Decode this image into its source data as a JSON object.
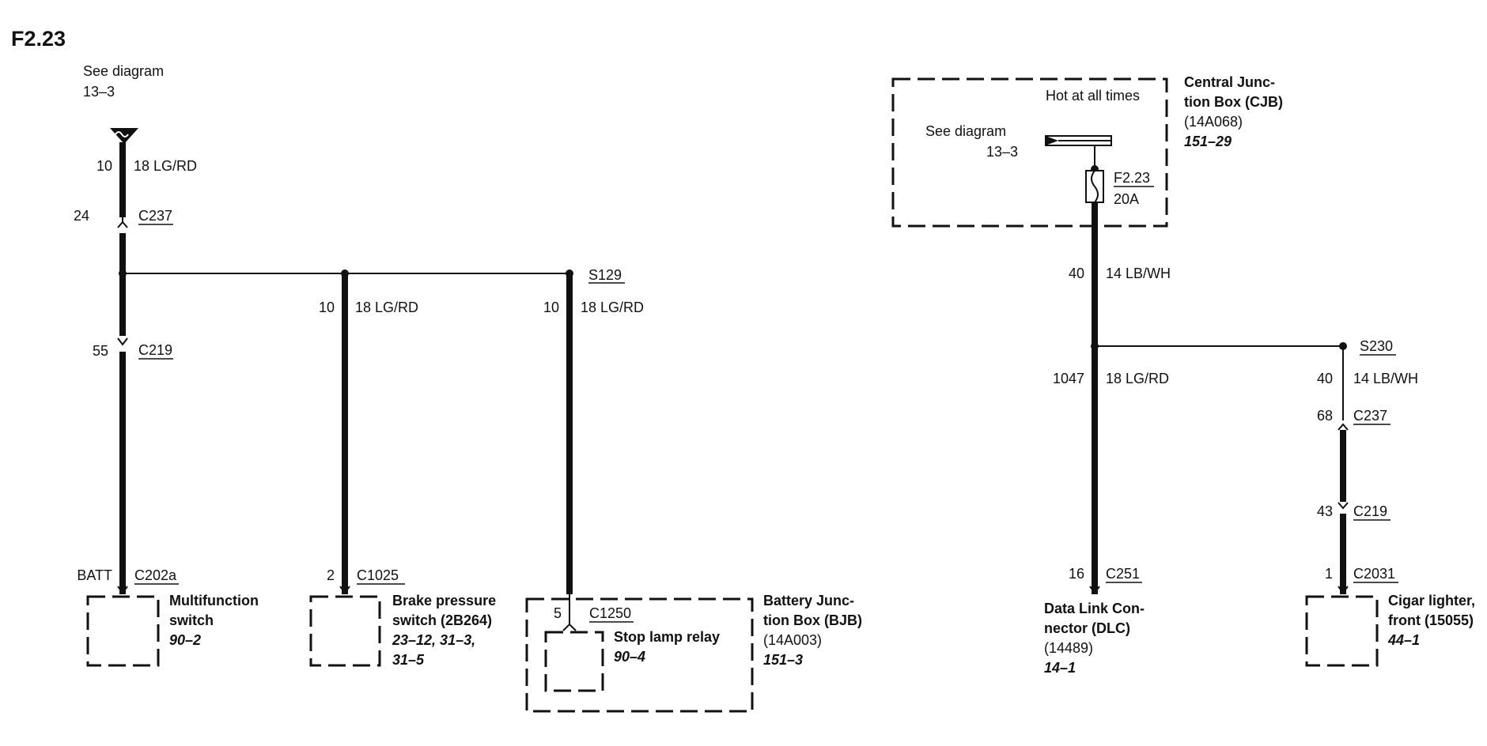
{
  "title": "F2.23",
  "see_diagram": {
    "line1": "See diagram",
    "line2": "13–3"
  },
  "left": {
    "top_wire": {
      "pin": "10",
      "color": "18 LG/RD"
    },
    "c237": {
      "pin": "24",
      "name": "C237"
    },
    "c219": {
      "pin": "55",
      "name": "C219"
    },
    "splice": "S129",
    "branch2_wire": {
      "pin": "10",
      "color": "18 LG/RD"
    },
    "branch3_wire": {
      "pin": "10",
      "color": "18 LG/RD"
    },
    "multifunction": {
      "pin": "BATT",
      "connector": "C202a",
      "line1": "Multifunction",
      "line2": "switch",
      "ref": "90–2"
    },
    "brake": {
      "pin": "2",
      "connector": "C1025",
      "line1": "Brake pressure",
      "line2": "switch (2B264)",
      "ref1": "23–12, 31–3,",
      "ref2": "31–5"
    },
    "relay": {
      "pin": "5",
      "connector": "C1250",
      "line1": "Stop lamp relay",
      "ref": "90–4"
    },
    "bjb": {
      "line1": "Battery Junc-",
      "line2": "tion Box (BJB)",
      "line3": "(14A003)",
      "ref": "151–3"
    }
  },
  "right": {
    "hot": "Hot at all times",
    "see_diagram": {
      "line1": "See diagram",
      "line2": "13–3"
    },
    "fuse": {
      "name": "F2.23",
      "rating": "20A"
    },
    "cjb": {
      "line1": "Central Junc-",
      "line2": "tion Box (CJB)",
      "line3": "(14A068)",
      "ref": "151–29"
    },
    "main_wire": {
      "pin": "40",
      "color": "14 LB/WH"
    },
    "splice": "S230",
    "dlc_wire": {
      "pin": "1047",
      "color": "18 LG/RD"
    },
    "lighter_wire": {
      "pin": "40",
      "color": "14 LB/WH"
    },
    "c237": {
      "pin": "68",
      "name": "C237"
    },
    "c219": {
      "pin": "43",
      "name": "C219"
    },
    "dlc": {
      "pin": "16",
      "connector": "C251",
      "line1": "Data Link Con-",
      "line2": "nector (DLC)",
      "line3": "(14489)",
      "ref": "14–1"
    },
    "lighter": {
      "pin": "1",
      "connector": "C2031",
      "line1": "Cigar lighter,",
      "line2": "front (15055)",
      "ref": "44–1"
    }
  }
}
